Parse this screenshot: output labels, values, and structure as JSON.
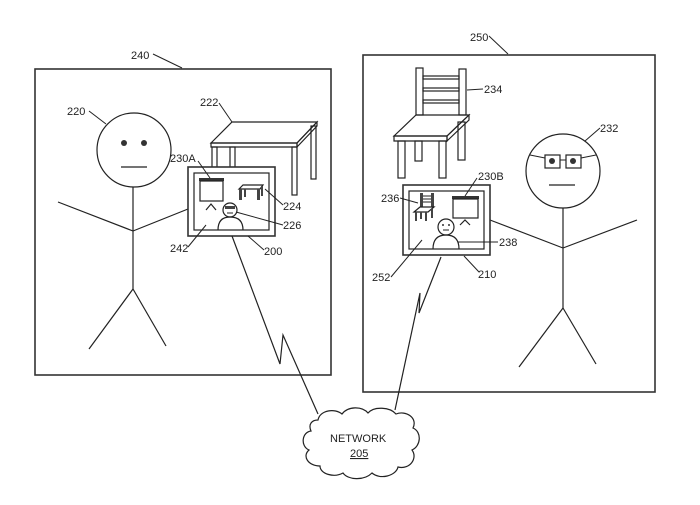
{
  "figure": {
    "rooms": [
      {
        "id": "room-left",
        "label": "240"
      },
      {
        "id": "room-right",
        "label": "250"
      }
    ],
    "labels": {
      "user_left": "220",
      "table": "222",
      "device_left": "200",
      "screen_left": "230A",
      "table_image": "224",
      "avatar_left": "226",
      "display_left": "242",
      "user_right": "232",
      "chair": "234",
      "device_right": "210",
      "screen_right": "230B",
      "chair_image": "236",
      "avatar_right": "238",
      "display_right": "252"
    },
    "network": {
      "name": "NETWORK",
      "number": "205"
    }
  }
}
